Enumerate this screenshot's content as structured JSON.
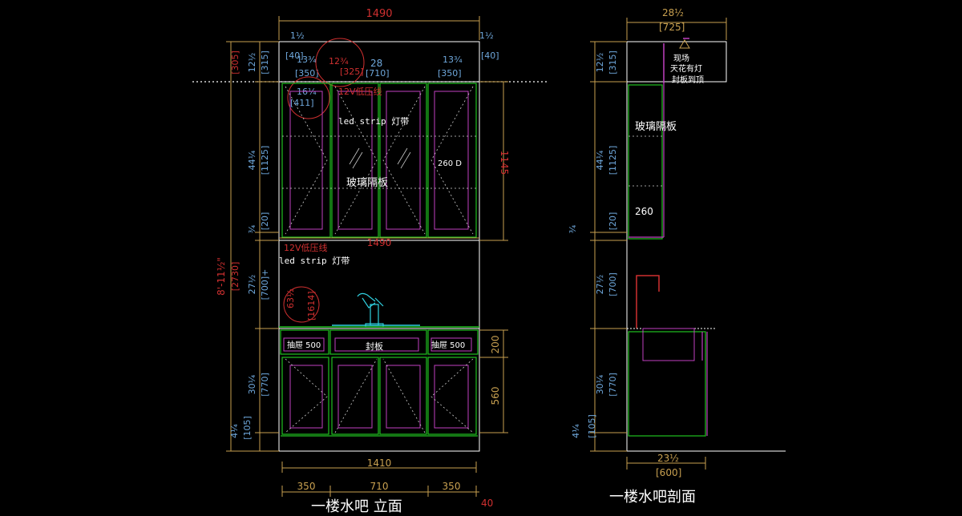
{
  "colors": {
    "background": "#000000",
    "dimension": "#c8a050",
    "dim_text_blue": "#6fa8dc",
    "dim_text_red": "#d03030",
    "outline": "#ffffff",
    "cabinet_green": "#20c020",
    "glass_magenta": "#c040c0",
    "faucet_cyan": "#30d0e0",
    "dash_line": "#ffffff"
  },
  "elevation": {
    "title": "一楼水吧  立面",
    "top_width": "1490",
    "top_left_in": "1½",
    "top_left_mm": "[40]",
    "top_right_in": "1½",
    "top_right_mm": "[40]",
    "seg_left_in": "13¾",
    "seg_left_mm": "[350]",
    "seg_mid_in": "28",
    "seg_mid_mm": "[710]",
    "seg_right_in": "13¾",
    "seg_right_mm": "[350]",
    "circle_top_in": "12¾",
    "circle_top_mm": "[325]",
    "circle_left_in": "16¼",
    "circle_left_mm": "[411]",
    "low_voltage_1": "12V低压线",
    "led_strip_1": "led strip 灯带",
    "glass_shelf": "玻璃隔板",
    "shelf_depth": "260 D",
    "upper_height": "1145",
    "mid_width": "1490",
    "low_voltage_2": "12V低压线",
    "led_strip_2": "led strip 灯带",
    "drawer_left": "抽屉 500",
    "panel_mid": "封板",
    "drawer_right": "抽屉 500",
    "drawer_height": "200",
    "door_height": "560",
    "circle_mid_in": "63½",
    "circle_mid_mm": "[1614]",
    "left_dims": {
      "total_ft": "8'-11½\"",
      "total_mm": "[2730]",
      "top_in": "12½",
      "top_mm": "[315]",
      "top_red": "[305]",
      "upper_in": "44¼",
      "upper_mm": "[1125]",
      "gap_in": "¾",
      "gap_mm": "[20]",
      "mid_in": "27½",
      "mid_mm": "[700]+",
      "lower_in": "30¼",
      "lower_mm": "[770]",
      "base_in": "4¼",
      "base_mm": "[105]"
    },
    "bottom_width": "1410",
    "bot_left": "350",
    "bot_mid": "710",
    "bot_right": "350",
    "bot_end": "40"
  },
  "section": {
    "title": "一楼水吧剖面",
    "top_in": "28½",
    "top_mm": "[725]",
    "note_1": "现场",
    "note_2": "天花有灯",
    "note_3": "封板到顶",
    "glass_shelf": "玻璃隔板",
    "shelf_depth": "260",
    "left_dims": {
      "top_in": "12½",
      "top_mm": "[315]",
      "upper_in": "44¼",
      "upper_mm": "[1125]",
      "gap_in": "¾",
      "gap_mm": "[20]",
      "mid_in": "27½",
      "mid_mm": "[700]",
      "lower_in": "30¼",
      "lower_mm": "[770]",
      "base_in": "4¼",
      "base_mm": "[105]"
    },
    "bottom_in": "23½",
    "bottom_mm": "[600]"
  }
}
